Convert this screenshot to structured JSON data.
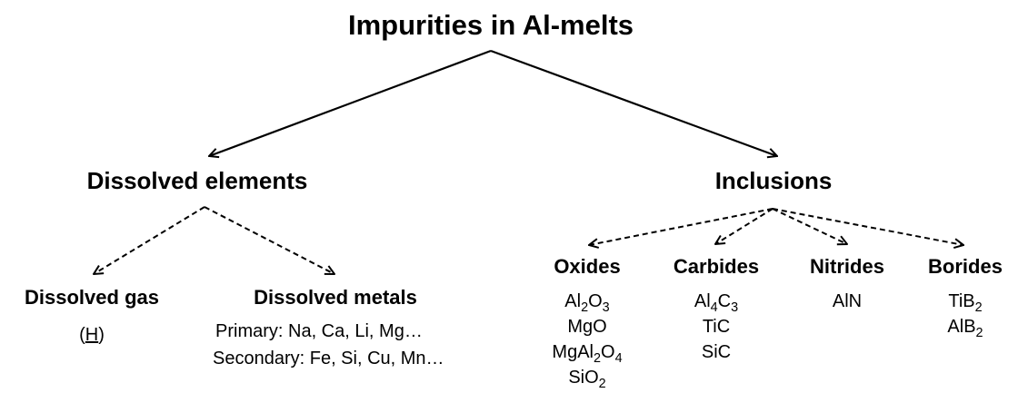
{
  "title": "Impurities in Al-melts",
  "branches": {
    "dissolved_elements": {
      "label": "Dissolved elements",
      "gas": {
        "label": "Dissolved gas",
        "item_open": "(",
        "item_H": "H",
        "item_close": ")"
      },
      "metals": {
        "label": "Dissolved metals",
        "primary": "Primary: Na, Ca, Li, Mg…",
        "secondary": "Secondary: Fe, Si, Cu, Mn…"
      }
    },
    "inclusions": {
      "label": "Inclusions",
      "oxides": {
        "label": "Oxides",
        "al2o3": [
          "Al",
          "2",
          "O",
          "3"
        ],
        "mgo": "MgO",
        "mgal2o4": [
          "MgAl",
          "2",
          "O",
          "4"
        ],
        "sio2": [
          "SiO",
          "2"
        ]
      },
      "carbides": {
        "label": "Carbides",
        "al4c3": [
          "Al",
          "4",
          "C",
          "3"
        ],
        "tic": "TiC",
        "sic": "SiC"
      },
      "nitrides": {
        "label": "Nitrides",
        "aln": "AlN"
      },
      "borides": {
        "label": "Borides",
        "tib2": [
          "TiB",
          "2"
        ],
        "alb2": [
          "AlB",
          "2"
        ]
      }
    }
  },
  "colors": {
    "line": "#000000",
    "text": "#000000",
    "background": "#ffffff"
  }
}
